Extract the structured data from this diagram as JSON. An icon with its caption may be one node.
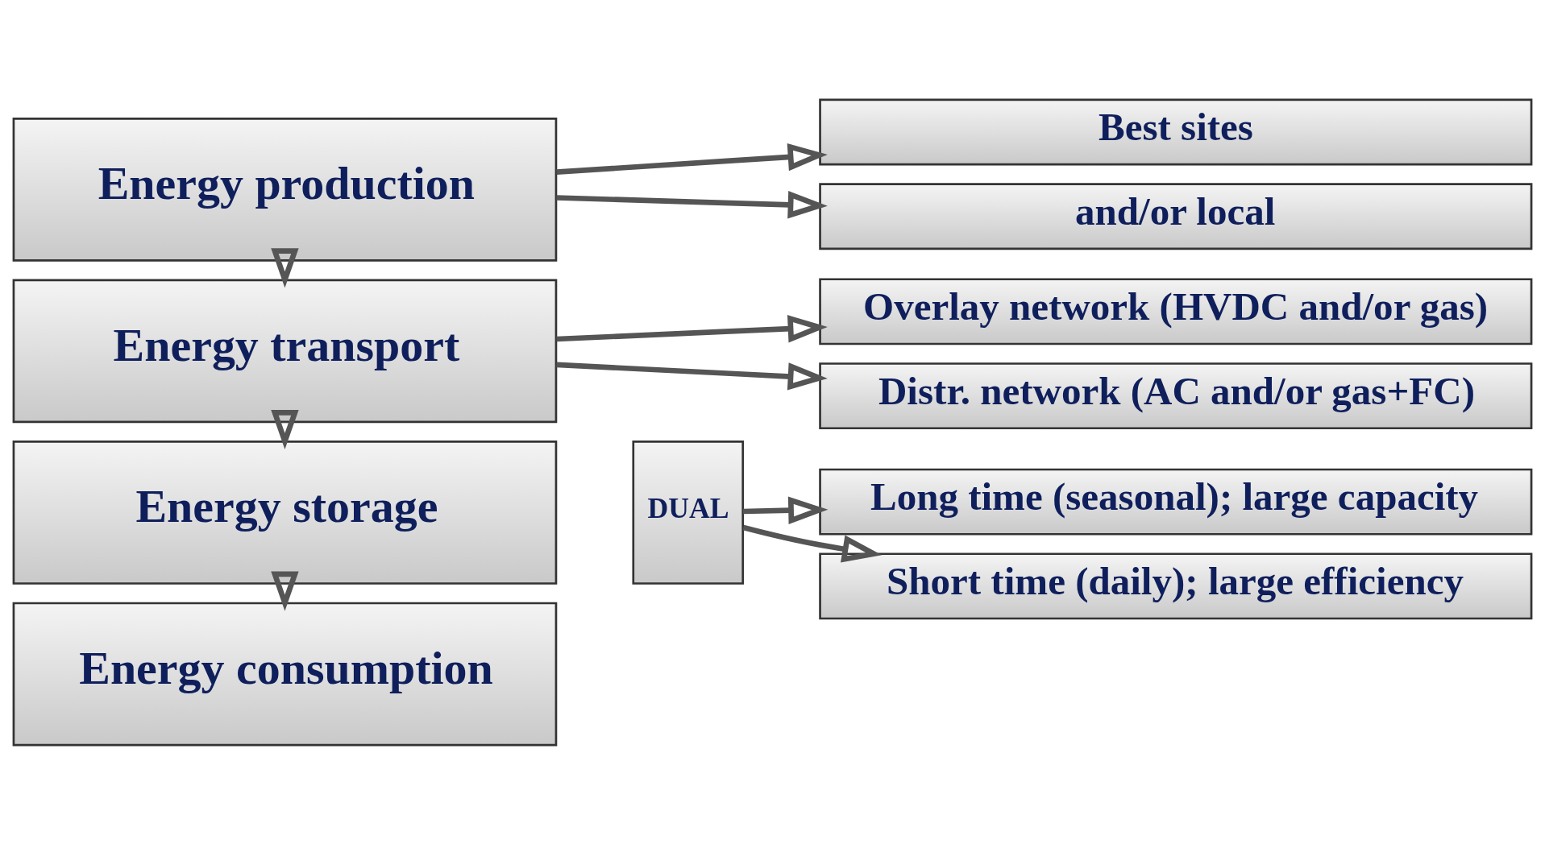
{
  "diagram": {
    "nodes": [
      {
        "text": [
          "Energy production"
        ]
      },
      {
        "text": [
          "Best sites"
        ]
      },
      {
        "text": [
          "and/or local"
        ]
      },
      {
        "text": [
          "Energy transport"
        ]
      },
      {
        "text": [
          "Overlay network (HVDC and/or gas)"
        ]
      },
      {
        "text": [
          "Distr. network (AC and/or gas+FC)"
        ]
      },
      {
        "text": [
          "Energy storage"
        ]
      },
      {
        "text": [
          "DUAL"
        ]
      },
      {
        "text": [
          "Long time (seasonal); large capacity"
        ]
      },
      {
        "text": [
          "Short time (daily); large efficiency"
        ]
      },
      {
        "text": [
          "Energy consumption"
        ]
      }
    ],
    "edges": [
      {
        "from": 0,
        "to": 1,
        "arrow": "to"
      },
      {
        "from": 0,
        "to": 2,
        "arrow": "to"
      },
      {
        "from": 0,
        "to": 3,
        "arrow": "to"
      },
      {
        "from": 3,
        "to": 4,
        "arrow": "to"
      },
      {
        "from": 3,
        "to": 5,
        "arrow": "to"
      },
      {
        "from": 3,
        "to": 6,
        "arrow": "to"
      },
      {
        "from": 7,
        "to": 8,
        "arrow": "to"
      },
      {
        "from": 7,
        "to": 9,
        "arrow": "to"
      },
      {
        "from": 6,
        "to": 10,
        "arrow": "to"
      }
    ]
  }
}
